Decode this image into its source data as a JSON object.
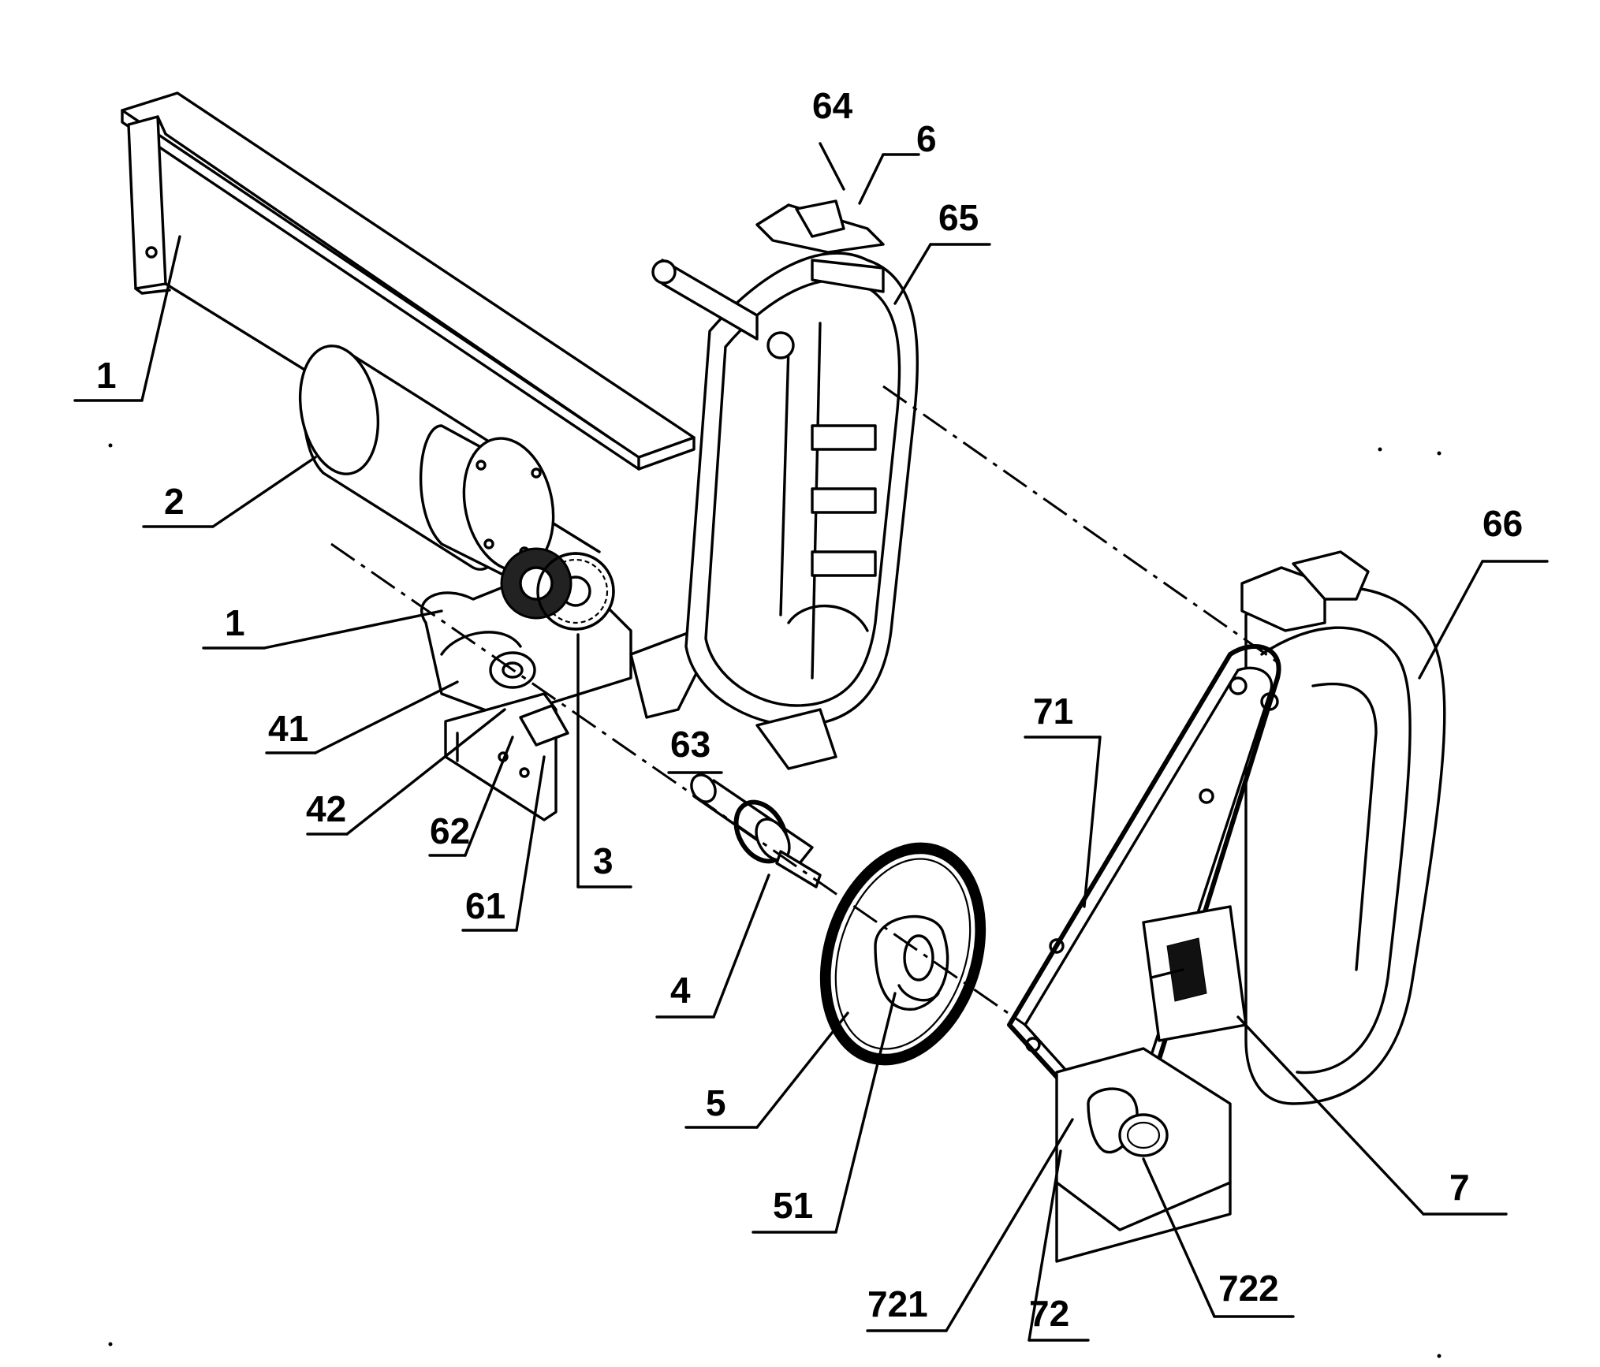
{
  "labels": {
    "l1_top": "1",
    "l2": "2",
    "l1_mid": "1",
    "l41": "41",
    "l42": "42",
    "l62": "62",
    "l61": "61",
    "l3": "3",
    "l63": "63",
    "l4": "4",
    "l5": "5",
    "l51": "51",
    "l64": "64",
    "l6": "6",
    "l65": "65",
    "l66": "66",
    "l71": "71",
    "l7": "7",
    "l721": "721",
    "l72": "72",
    "l722": "722"
  }
}
